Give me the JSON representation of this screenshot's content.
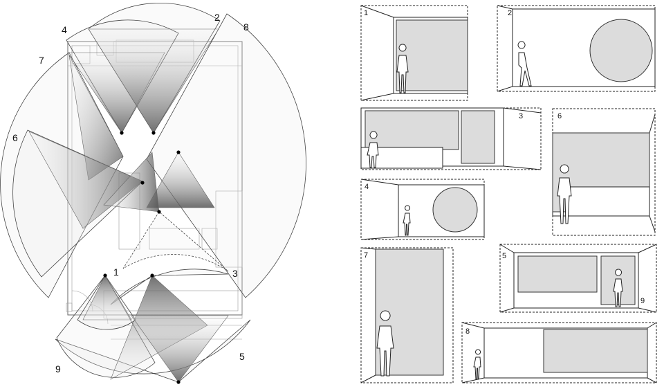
{
  "plan": {
    "labels": [
      "1",
      "2",
      "3",
      "4",
      "5",
      "6",
      "7",
      "8",
      "9"
    ]
  },
  "views": {
    "labels": [
      "1",
      "2",
      "3",
      "4",
      "5",
      "6",
      "7",
      "8",
      "9"
    ]
  },
  "colors": {
    "panel": "#dcdcdc",
    "line": "#222222",
    "background": "#ffffff"
  }
}
